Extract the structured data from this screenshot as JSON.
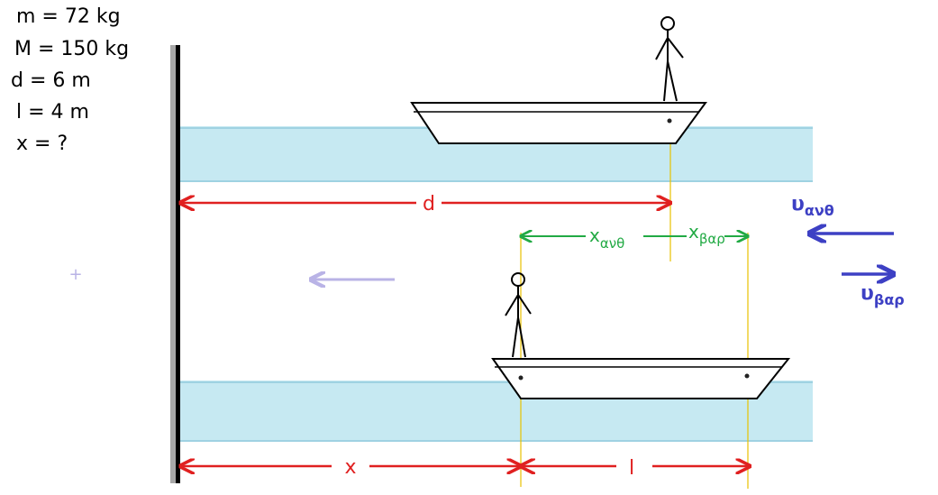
{
  "given": {
    "m": "m = 72 kg",
    "M": "M = 150 kg",
    "d": "d = 6 m",
    "l": "l = 4 m",
    "x": "x = ?"
  },
  "labels": {
    "d": "d",
    "x": "x",
    "l": "l",
    "x_person": "x",
    "x_person_sub": "ανθ",
    "x_boat": "x",
    "x_boat_sub": "βαρ",
    "v_person": "υ",
    "v_person_sub": "ανθ",
    "v_boat": "υ",
    "v_boat_sub": "βαρ",
    "plus": "+"
  },
  "colors": {
    "water": "#c6e9f2",
    "water_edge": "#9fd2e2",
    "dimension": "#e02020",
    "relative": "#22aa44",
    "velocity": "#3d40c4",
    "guide": "#e8c200",
    "wall": "#000000",
    "wall_shadow": "#a8a8a8",
    "faint_arrow": "#b9b3e6"
  }
}
